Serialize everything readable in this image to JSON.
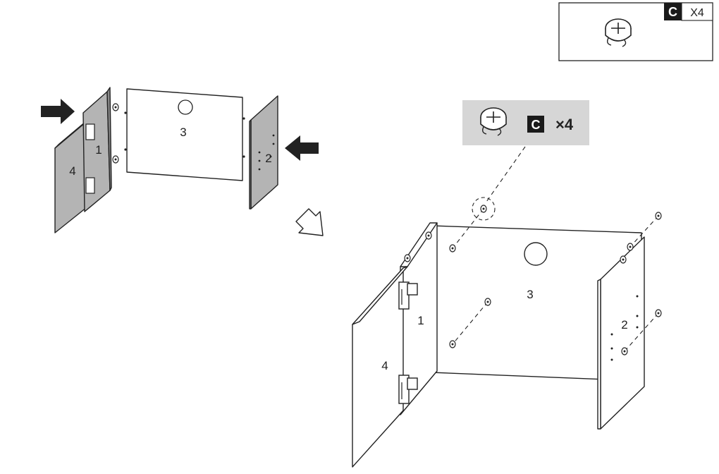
{
  "parts_box": {
    "part_letter": "C",
    "quantity_label": "X4",
    "icon": "cam-lock-icon"
  },
  "callout": {
    "part_letter": "C",
    "quantity_label": "×4",
    "icon": "cam-lock-icon"
  },
  "step_before": {
    "panels": [
      "1",
      "2",
      "3",
      "4"
    ]
  },
  "step_after": {
    "panels": [
      "1",
      "2",
      "3",
      "4"
    ]
  },
  "colors": {
    "panel_gray": "#b4b4b4",
    "callout_gray": "#d6d6d6",
    "ink": "#222222",
    "letter_badge": "#1a1a1a"
  }
}
